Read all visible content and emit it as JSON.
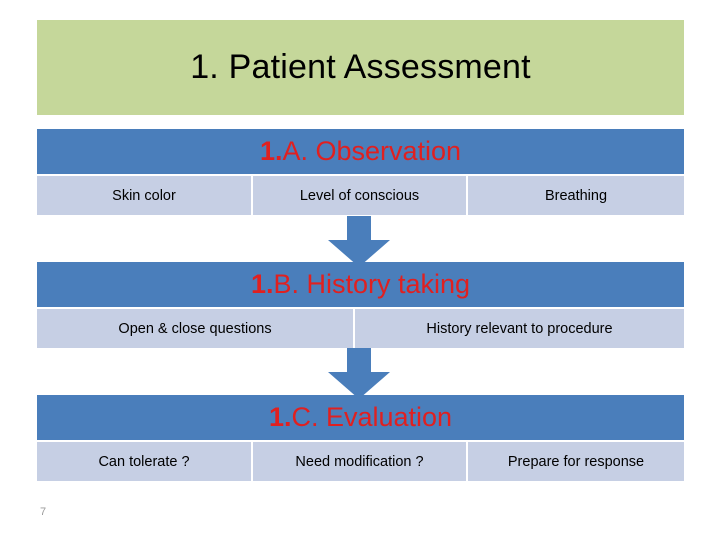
{
  "slide": {
    "title": "1. Patient Assessment",
    "page_number": "7",
    "colors": {
      "title_band": "#C5D79A",
      "group_header": "#4A7EBB",
      "item_cell": "#C6CFE4",
      "header_text": "#E02020",
      "arrow": "#4A7EBB",
      "page_number": "#9A9A9A"
    }
  },
  "groups": [
    {
      "id": "a",
      "header_number": "1.",
      "header_label": "A. Observation",
      "header_full": "1.A. Observation",
      "items": [
        {
          "label": "Skin color"
        },
        {
          "label": "Level of conscious"
        },
        {
          "label": "Breathing"
        }
      ]
    },
    {
      "id": "b",
      "header_number": "1.",
      "header_label": "B. History taking",
      "header_full": "1.B. History taking",
      "items": [
        {
          "label": "Open & close questions"
        },
        {
          "label": "History relevant to procedure"
        }
      ]
    },
    {
      "id": "c",
      "header_number": "1.",
      "header_label": "C. Evaluation",
      "header_full": "1.C. Evaluation",
      "items": [
        {
          "label": "Can tolerate ?"
        },
        {
          "label": "Need modification ?"
        },
        {
          "label": "Prepare for response"
        }
      ]
    }
  ],
  "arrows": [
    {
      "name": "down-arrow-a-to-b",
      "direction": "down"
    },
    {
      "name": "down-arrow-b-to-c",
      "direction": "down"
    }
  ]
}
